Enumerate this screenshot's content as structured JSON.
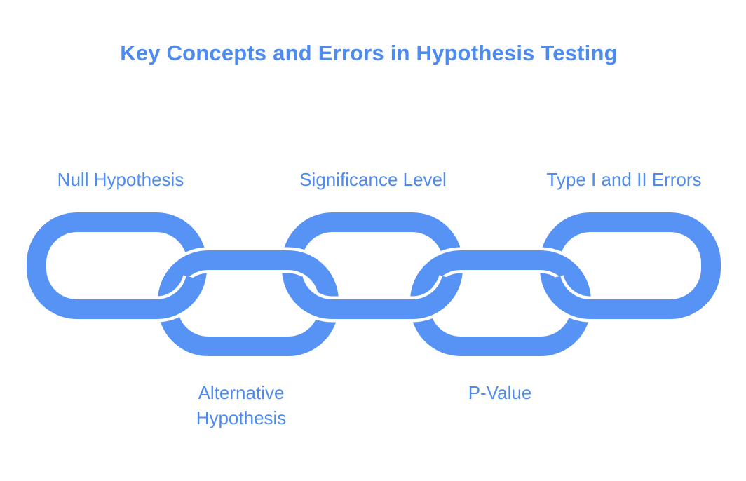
{
  "title": "Key Concepts and Errors in Hypothesis Testing",
  "colors": {
    "chain_blue": "#5793F5",
    "text_blue": "#4E8BF0",
    "casing_white": "#FFFFFF",
    "background": "#FFFFFF"
  },
  "diagram": {
    "type": "interlocking-chain",
    "links": [
      {
        "label": "Null Hypothesis",
        "row": "top",
        "label_position": "above"
      },
      {
        "label": "Alternative Hypothesis",
        "row": "bottom",
        "label_position": "below"
      },
      {
        "label": "Significance Level",
        "row": "top",
        "label_position": "above"
      },
      {
        "label": "P-Value",
        "row": "bottom",
        "label_position": "below"
      },
      {
        "label": "Type I and II Errors",
        "row": "top",
        "label_position": "above"
      }
    ]
  }
}
